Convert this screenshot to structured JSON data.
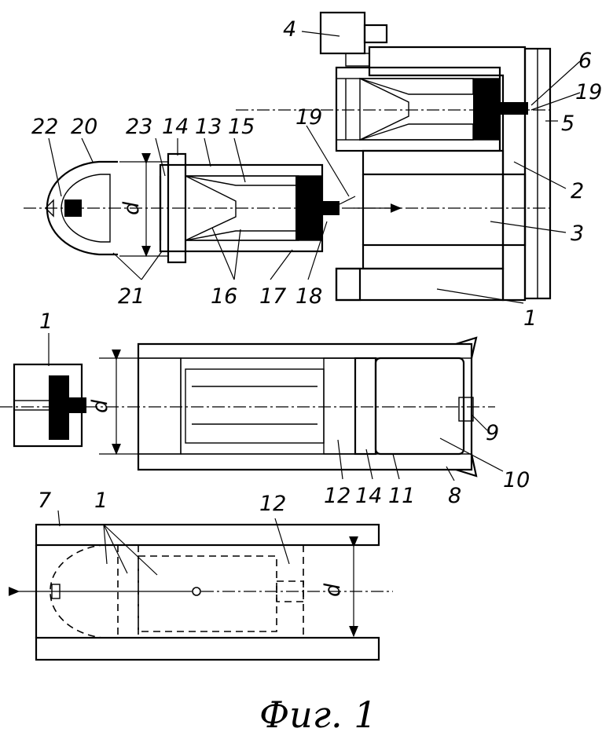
{
  "figure": {
    "caption": "Фиг. 1",
    "dimension_symbol": "d",
    "top_view": {
      "labels": [
        "1",
        "2",
        "3",
        "4",
        "5",
        "6",
        "13",
        "14",
        "15",
        "16",
        "17",
        "18",
        "19",
        "19",
        "20",
        "21",
        "22",
        "23"
      ]
    },
    "middle_view": {
      "labels": [
        "1",
        "8",
        "9",
        "10",
        "11",
        "12",
        "14"
      ]
    },
    "bottom_view": {
      "labels": [
        "7",
        "1",
        "12"
      ]
    }
  }
}
